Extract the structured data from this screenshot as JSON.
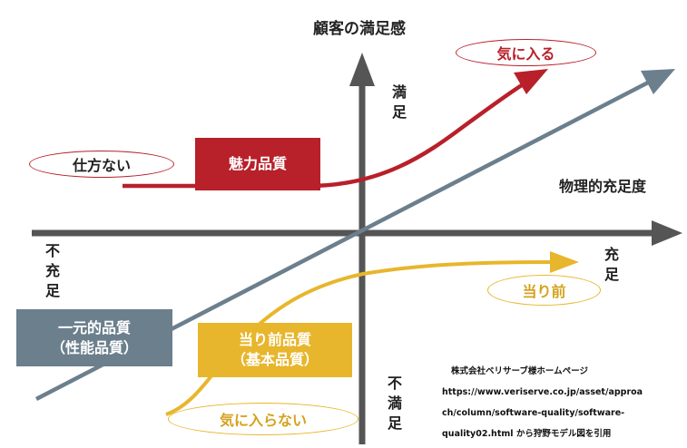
{
  "axis_y_title": "顧客の満足感",
  "axis_x_title": "物理的充足度",
  "y_top": [
    "満",
    "足"
  ],
  "y_bottom": [
    "不",
    "満",
    "足"
  ],
  "x_left": [
    "不",
    "充",
    "足"
  ],
  "x_right": [
    "充",
    "足"
  ],
  "attractive": {
    "box": "魅力品質",
    "oval_left": "仕方ない",
    "oval_right": "気に入る",
    "color": "#b8202a"
  },
  "one_dim": {
    "line1": "一元的品質",
    "line2": "（性能品質）",
    "color": "#6b7f8d"
  },
  "must_be": {
    "line1": "当り前品質",
    "line2": "（基本品質）",
    "oval_right": "当り前",
    "oval_left": "気に入らない",
    "color": "#e8b62c"
  },
  "axis_color": "#555555",
  "citation": [
    "株式会社ベリサーブ様ホームページ",
    "https://www.veriserve.co.jp/asset/approa",
    "ch/column/software-quality/software-",
    "quality02.html から狩野モデル図を引用"
  ]
}
